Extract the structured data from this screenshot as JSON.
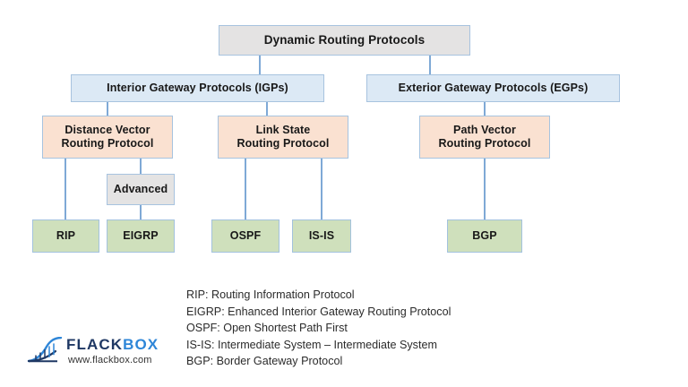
{
  "diagram": {
    "type": "hierarchy-tree",
    "title": "Dynamic Routing Protocols",
    "nodes": {
      "root": {
        "label": "Dynamic Routing Protocols",
        "fill": "#E4E3E3",
        "border": "#A7C3DF"
      },
      "igp": {
        "label": "Interior Gateway Protocols (IGPs)",
        "fill": "#DCE9F5",
        "border": "#A7C3DF"
      },
      "egp": {
        "label": "Exterior Gateway Protocols (EGPs)",
        "fill": "#DCE9F5",
        "border": "#A7C3DF"
      },
      "dv": {
        "line1": "Distance Vector",
        "line2": "Routing Protocol",
        "fill": "#FAE1D1",
        "border": "#A7C3DF"
      },
      "ls": {
        "line1": "Link State",
        "line2": "Routing Protocol",
        "fill": "#FAE1D1",
        "border": "#A7C3DF"
      },
      "pv": {
        "line1": "Path Vector",
        "line2": "Routing Protocol",
        "fill": "#FAE1D1",
        "border": "#A7C3DF"
      },
      "advanced": {
        "label": "Advanced",
        "fill": "#E4E3E3",
        "border": "#A7C3DF"
      },
      "rip": {
        "label": "RIP",
        "fill": "#CFE0BC",
        "border": "#A3C2DE"
      },
      "eigrp": {
        "label": "EIGRP",
        "fill": "#CFE0BC",
        "border": "#A3C2DE"
      },
      "ospf": {
        "label": "OSPF",
        "fill": "#CFE0BC",
        "border": "#A3C2DE"
      },
      "isis": {
        "label": "IS-IS",
        "fill": "#CFE0BC",
        "border": "#A3C2DE"
      },
      "bgp": {
        "label": "BGP",
        "fill": "#CFE0BC",
        "border": "#A3C2DE"
      }
    },
    "connector_color": "#7FA9D6"
  },
  "legend": {
    "lines": [
      "RIP: Routing Information Protocol",
      "EIGRP: Enhanced Interior Gateway Routing Protocol",
      "OSPF: Open Shortest Path First",
      "IS-IS: Intermediate System – Intermediate System",
      "BGP: Border Gateway Protocol"
    ]
  },
  "logo": {
    "word_part1": "FLACK",
    "word_part2": "BOX",
    "url": "www.flackbox.com",
    "color_part1": "#1F3864",
    "color_part2": "#2E86D8"
  }
}
